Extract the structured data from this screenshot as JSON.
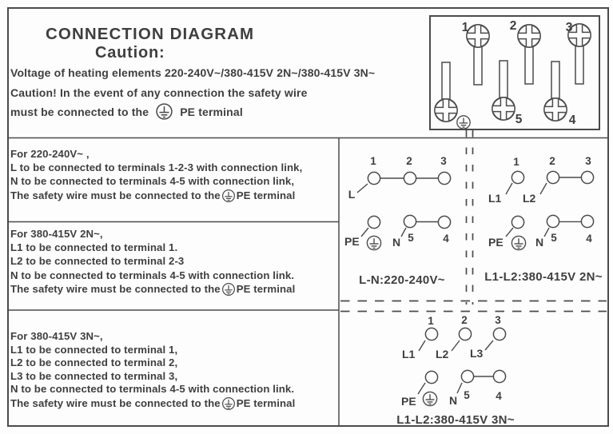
{
  "header": {
    "title": "CONNECTION DIAGRAM",
    "caution_heading": "Caution:",
    "voltage_line": "Voltage of heating elements 220-240V~/380-415V 2N~/380-415V 3N~",
    "caution_line": "Caution! In the event of any connection the safety wire",
    "caution_line2_pre": "must be connected to the",
    "caution_line2_post": "PE terminal"
  },
  "terminal_block": {
    "top_labels": [
      "1",
      "2",
      "3"
    ],
    "bottom_labels": [
      "5",
      "4"
    ]
  },
  "sections": [
    {
      "heading": "For 220-240V~ ,",
      "lines": [
        "L to be connected to terminals 1-2-3 with connection link,",
        "N to be connected to terminals 4-5 with connection link,"
      ],
      "safety_pre": "The safety wire must be connected to the",
      "safety_post": "PE terminal"
    },
    {
      "heading": "For 380-415V 2N~,",
      "lines": [
        "L1 to be connected to terminal 1.",
        "L2 to be connected to terminal 2-3",
        "N to be connected to terminals 4-5 with connection link."
      ],
      "safety_pre": "The safety wire must be connected to the",
      "safety_post": "PE terminal"
    },
    {
      "heading": "For 380-415V 3N~,",
      "lines": [
        "L1 to be connected to terminal 1,",
        "L2 to be connected to terminal 2,",
        "L3 to be connected to terminal 3,",
        "N to be connected to terminals 4-5 with connection link."
      ],
      "safety_pre": "The safety wire must be connected to the",
      "safety_post": "PE terminal"
    }
  ],
  "diagrams": {
    "a": {
      "caption": "L-N:220-240V~",
      "top_terminals": [
        "1",
        "2",
        "3"
      ],
      "bottom_terminals": [
        "5",
        "4"
      ],
      "wires": {
        "l": "L",
        "pe": "PE",
        "n": "N"
      }
    },
    "b": {
      "caption": "L1-L2:380-415V 2N~",
      "top_terminals": [
        "1",
        "2",
        "3"
      ],
      "bottom_terminals": [
        "5",
        "4"
      ],
      "wires": {
        "l1": "L1",
        "l2": "L2",
        "pe": "PE",
        "n": "N"
      }
    },
    "c": {
      "caption": "L1-L2:380-415V 3N~",
      "top_terminals": [
        "1",
        "2",
        "3"
      ],
      "bottom_terminals": [
        "5",
        "4"
      ],
      "wires": {
        "l1": "L1",
        "l2": "L2",
        "l3": "L3",
        "pe": "PE",
        "n": "N"
      }
    }
  }
}
